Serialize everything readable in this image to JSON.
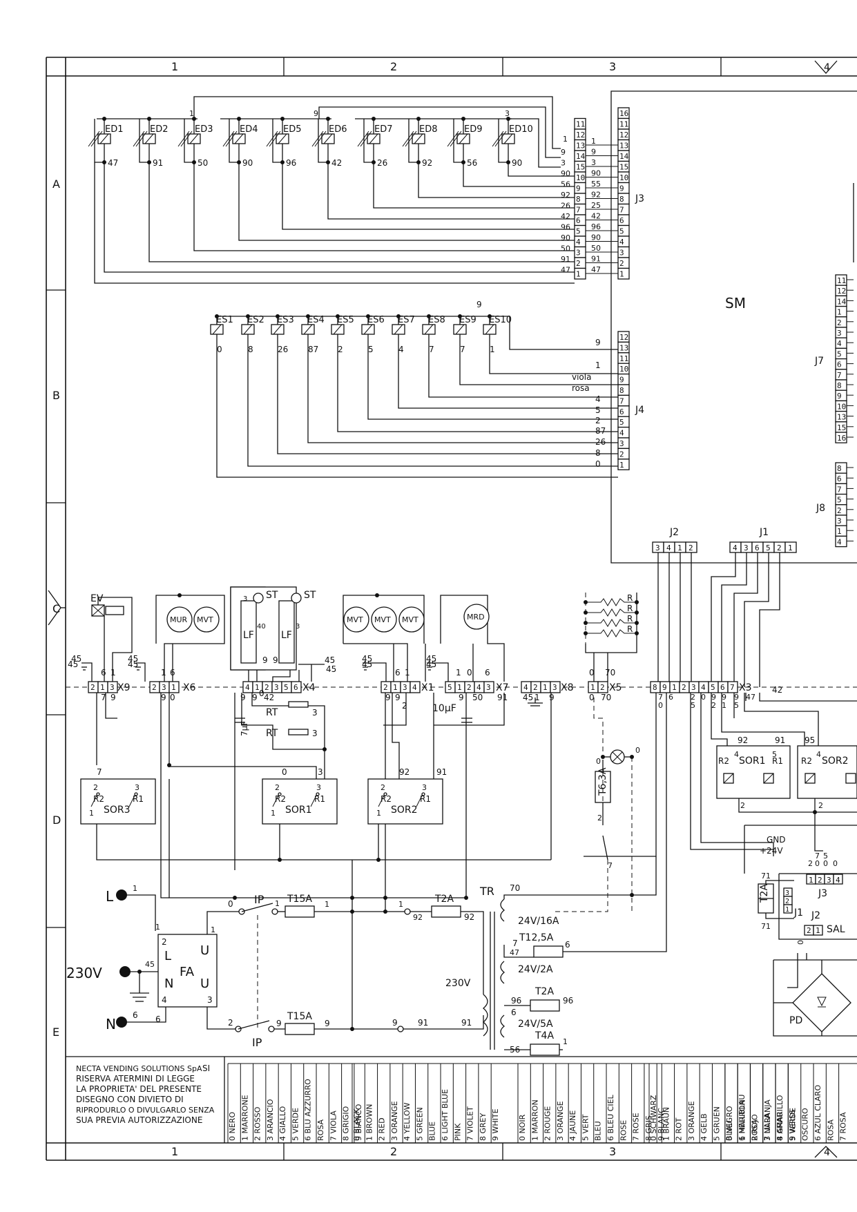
{
  "grid": {
    "columns": [
      "1",
      "2",
      "3",
      "4"
    ],
    "rows": [
      "A",
      "B",
      "C",
      "D",
      "E"
    ]
  },
  "board": {
    "label": "SM"
  },
  "connectors": {
    "j3": {
      "name": "J3",
      "pins": [
        "16",
        "11",
        "12",
        "13",
        "14",
        "15",
        "10",
        "9",
        "8",
        "7",
        "6",
        "5",
        "4",
        "3",
        "2",
        "1"
      ],
      "inner_pins": [
        "11",
        "12",
        "13",
        "14",
        "15",
        "10",
        "9",
        "8",
        "7",
        "6",
        "5",
        "4",
        "3",
        "2",
        "1"
      ],
      "wires": [
        "9",
        "3",
        "90",
        "56",
        "92",
        "26",
        "42",
        "96",
        "90",
        "50",
        "91",
        "47"
      ],
      "wires_right": [
        "1",
        "9",
        "3",
        "90",
        "55",
        "92",
        "25",
        "42",
        "96",
        "90",
        "50",
        "91",
        "47"
      ]
    },
    "j4": {
      "name": "J4",
      "pins": [
        "12",
        "13",
        "11",
        "10",
        "9",
        "8",
        "7",
        "6",
        "5",
        "4",
        "3",
        "2",
        "1"
      ],
      "wires": [
        "9",
        "1",
        "viola",
        "rosa",
        "4",
        "5",
        "2",
        "87",
        "26",
        "8",
        "0"
      ]
    },
    "j7": {
      "name": "J7",
      "pins": [
        "11",
        "12",
        "14",
        "1",
        "2",
        "3",
        "4",
        "5",
        "6",
        "7",
        "8",
        "9",
        "10",
        "13",
        "15",
        "16"
      ]
    },
    "j8": {
      "name": "J8",
      "pins": [
        "8",
        "6",
        "7",
        "5",
        "2",
        "3",
        "1",
        "4"
      ]
    },
    "j2": {
      "name": "J2",
      "pins": [
        "3",
        "4",
        "1",
        "2"
      ]
    },
    "j1": {
      "name": "J1",
      "pins": [
        "4",
        "3",
        "6",
        "5",
        "2",
        "1"
      ]
    }
  },
  "ed_sensors": [
    {
      "name": "ED1",
      "wire": "47"
    },
    {
      "name": "ED2",
      "wire": "91"
    },
    {
      "name": "ED3",
      "wire": "50"
    },
    {
      "name": "ED4",
      "wire": "90"
    },
    {
      "name": "ED5",
      "wire": "96"
    },
    {
      "name": "ED6",
      "wire": "42"
    },
    {
      "name": "ED7",
      "wire": "26"
    },
    {
      "name": "ED8",
      "wire": "92"
    },
    {
      "name": "ED9",
      "wire": "56"
    },
    {
      "name": "ED10",
      "wire": "90"
    }
  ],
  "ed_top_labels": [
    "1",
    "9",
    "3",
    "1"
  ],
  "es_sensors": [
    {
      "name": "ES1",
      "wire": "0"
    },
    {
      "name": "ES2",
      "wire": "8"
    },
    {
      "name": "ES3",
      "wire": "26"
    },
    {
      "name": "ES4",
      "wire": "87"
    },
    {
      "name": "ES5",
      "wire": "2"
    },
    {
      "name": "ES6",
      "wire": "5"
    },
    {
      "name": "ES7",
      "wire": "4"
    },
    {
      "name": "ES8",
      "wire": "7"
    },
    {
      "name": "ES9",
      "wire": "7"
    },
    {
      "name": "ES10",
      "wire": "1"
    }
  ],
  "es_top_label": "9",
  "strips": {
    "x9": {
      "name": "X9",
      "pins": [
        "2",
        "1",
        "3"
      ],
      "above": [
        "45",
        "6",
        "1"
      ],
      "below": [
        "7",
        "9"
      ]
    },
    "x6": {
      "name": "X6",
      "pins": [
        "2",
        "3",
        "1"
      ],
      "above": [
        "45",
        "1",
        "6"
      ],
      "below": [
        "9",
        "0"
      ]
    },
    "x4": {
      "name": "X4",
      "pins": [
        "4",
        "1",
        "2",
        "3",
        "5",
        "6"
      ],
      "above": [
        "9",
        "9",
        "45"
      ],
      "below": [
        "9",
        "9",
        "0",
        "42"
      ]
    },
    "x1": {
      "name": "X1",
      "pins": [
        "2",
        "1",
        "3",
        "4"
      ],
      "above": [
        "45",
        "6",
        "1"
      ],
      "below": [
        "9",
        "9",
        "2"
      ]
    },
    "x7": {
      "name": "X7",
      "pins": [
        "5",
        "1",
        "2",
        "4",
        "3"
      ],
      "above": [
        "45",
        "1",
        "0",
        "6"
      ],
      "below": [
        "9",
        "50",
        "91"
      ]
    },
    "x8": {
      "name": "X8",
      "pins": [
        "4",
        "2",
        "1",
        "3"
      ],
      "above": [],
      "below": [
        "45",
        "1",
        "9"
      ]
    },
    "x5": {
      "name": "X5",
      "pins": [
        "1",
        "2"
      ],
      "above": [
        "0",
        "70"
      ],
      "below": [
        "0",
        "70"
      ]
    },
    "x3": {
      "name": "X3",
      "pins": [
        "8",
        "9",
        "1",
        "2",
        "3",
        "4",
        "5",
        "6",
        "7"
      ],
      "above": [],
      "below": [
        "7",
        "0",
        "6",
        "2",
        "5",
        "0",
        "9",
        "2",
        "9",
        "1",
        "9",
        "5",
        "47"
      ],
      "extra": "42"
    }
  },
  "components": {
    "ev": "EV",
    "mur": "MUR",
    "mvt": "MVT",
    "mrd": "MRD",
    "lf": "LF",
    "lf_values": [
      "40",
      "3"
    ],
    "st": "ST",
    "st_pin": "3",
    "rt": "RT",
    "rt_pin": "3",
    "r": "R",
    "cap_7": "7µF",
    "cap_10": "10µF",
    "fuse_t63": "T6,3A",
    "fuse_t15": "T15A",
    "fuse_t2": "T2A",
    "fuse_t12": "T12,5A",
    "fuse_t4": "T4A",
    "ip": "IP",
    "tr": "TR",
    "fa": "FA",
    "pd": "PD",
    "sal": "SAL",
    "gnd": "GND",
    "v24": "+24V",
    "v230": "230V"
  },
  "relays": {
    "sor3": {
      "name": "SOR3",
      "top": "7",
      "pins": [
        "2",
        "3",
        "R2",
        "R1",
        "1"
      ]
    },
    "sor1": {
      "name": "SOR1",
      "top": [
        "0",
        "3"
      ],
      "pins": [
        "2",
        "3",
        "R2",
        "R1",
        "1"
      ]
    },
    "sor2": {
      "name": "SOR2",
      "top": [
        "92",
        "91"
      ],
      "pins": [
        "2",
        "3",
        "R2",
        "R1",
        "1"
      ]
    },
    "sor1b": {
      "name": "SOR1",
      "top": [
        "92",
        "91"
      ],
      "pins": [
        "R2",
        "4",
        "5",
        "R1",
        "2"
      ]
    },
    "sor2b": {
      "name": "SOR2",
      "top": [
        "95"
      ],
      "pins": [
        "R2",
        "4",
        "2"
      ]
    }
  },
  "transformer": {
    "primary": "230V",
    "secondaries": [
      "24V/16A",
      "24V/2A",
      "24V/5A"
    ],
    "wires": [
      "70",
      "7",
      "47",
      "6",
      "96",
      "96",
      "6",
      "56",
      "1"
    ]
  },
  "mains": {
    "l": "L",
    "n": "N",
    "pe": "45",
    "l_wire": "1",
    "n_wire": "6",
    "fa_pins": [
      "1",
      "2",
      "4",
      "3",
      "6",
      "6"
    ],
    "fa_letters": [
      "L",
      "U",
      "N",
      "U"
    ],
    "ip_wires": [
      "0",
      "1",
      "1",
      "2",
      "9",
      "9"
    ],
    "t2a_wires": [
      "1",
      "92",
      "92"
    ],
    "t2a_bot": [
      "9",
      "91",
      "91"
    ]
  },
  "j3b": {
    "name": "J3",
    "pins": [
      "1",
      "2",
      "3",
      "4"
    ],
    "wires": [
      "7",
      "0",
      "5",
      "0",
      "2",
      "0"
    ]
  },
  "j1b": {
    "name": "J1",
    "pins": [
      "3",
      "2",
      "1"
    ],
    "wires": [
      "71",
      "71"
    ]
  },
  "j2b": {
    "name": "J2",
    "pins": [
      "2",
      "1"
    ]
  },
  "lamp": {
    "wires": [
      "0",
      "0",
      "2",
      "7"
    ]
  },
  "footer": {
    "notice_company": "NECTA VENDING SOLUTIONS SpA",
    "notice_lines": [
      "SI",
      "RISERVA ATERMINI DI LEGGE",
      "LA PROPRIETA' DEL PRESENTE",
      "DISEGNO CON DIVIETO DI",
      "RIPRODURLO O DIVULGARLO SENZA",
      "SUA PREVIA AUTORIZZAZIONE"
    ],
    "colors_it": [
      "0 NERO",
      "1 MARRONE",
      "2 ROSSO",
      "3 ARANCIO",
      "4 GIALLO",
      "5 VERDE",
      "6 BLU AZZURRO",
      "ROSA",
      "7 VIOLA",
      "8 GRIGIO",
      "9 BIANCO"
    ],
    "colors_en": [
      "0 BLACK",
      "1 BROWN",
      "2 RED",
      "3 ORANGE",
      "4 YELLOW",
      "5 GREEN",
      "BLUE",
      "6 LIGHT BLUE",
      "PINK",
      "7 VIOLET",
      "8 GREY",
      "9 WHITE"
    ],
    "colors_fr": [
      "0 NOIR",
      "1 MARRON",
      "2 ROUGE",
      "3 ORANGE",
      "4 JAUNE",
      "5 VERT",
      "BLEU",
      "6 BLEU CIEL",
      "ROSE",
      "7 ROSE",
      "8 GRIS",
      "9 BLANC"
    ],
    "colors_de": [
      "0 SCHWARZ",
      "1 BRAUN",
      "2 ROT",
      "3 ORANGE",
      "4 GELB",
      "5 GRUEN",
      "BLAU",
      "6 HELLBLAU",
      "ROSA",
      "7 LILLA",
      "8 GRAU",
      "9 WEISS"
    ],
    "colors_es": [
      "0 NEGRO",
      "1 MARRON",
      "2 ROJO",
      "3 NARANJA",
      "4 AMARILLO",
      "5 VERDE",
      "OSCURO",
      "6 AZUL CLARO",
      "ROSA",
      "7 ROSA",
      "8 GRIS",
      "9 BLANCO"
    ]
  }
}
